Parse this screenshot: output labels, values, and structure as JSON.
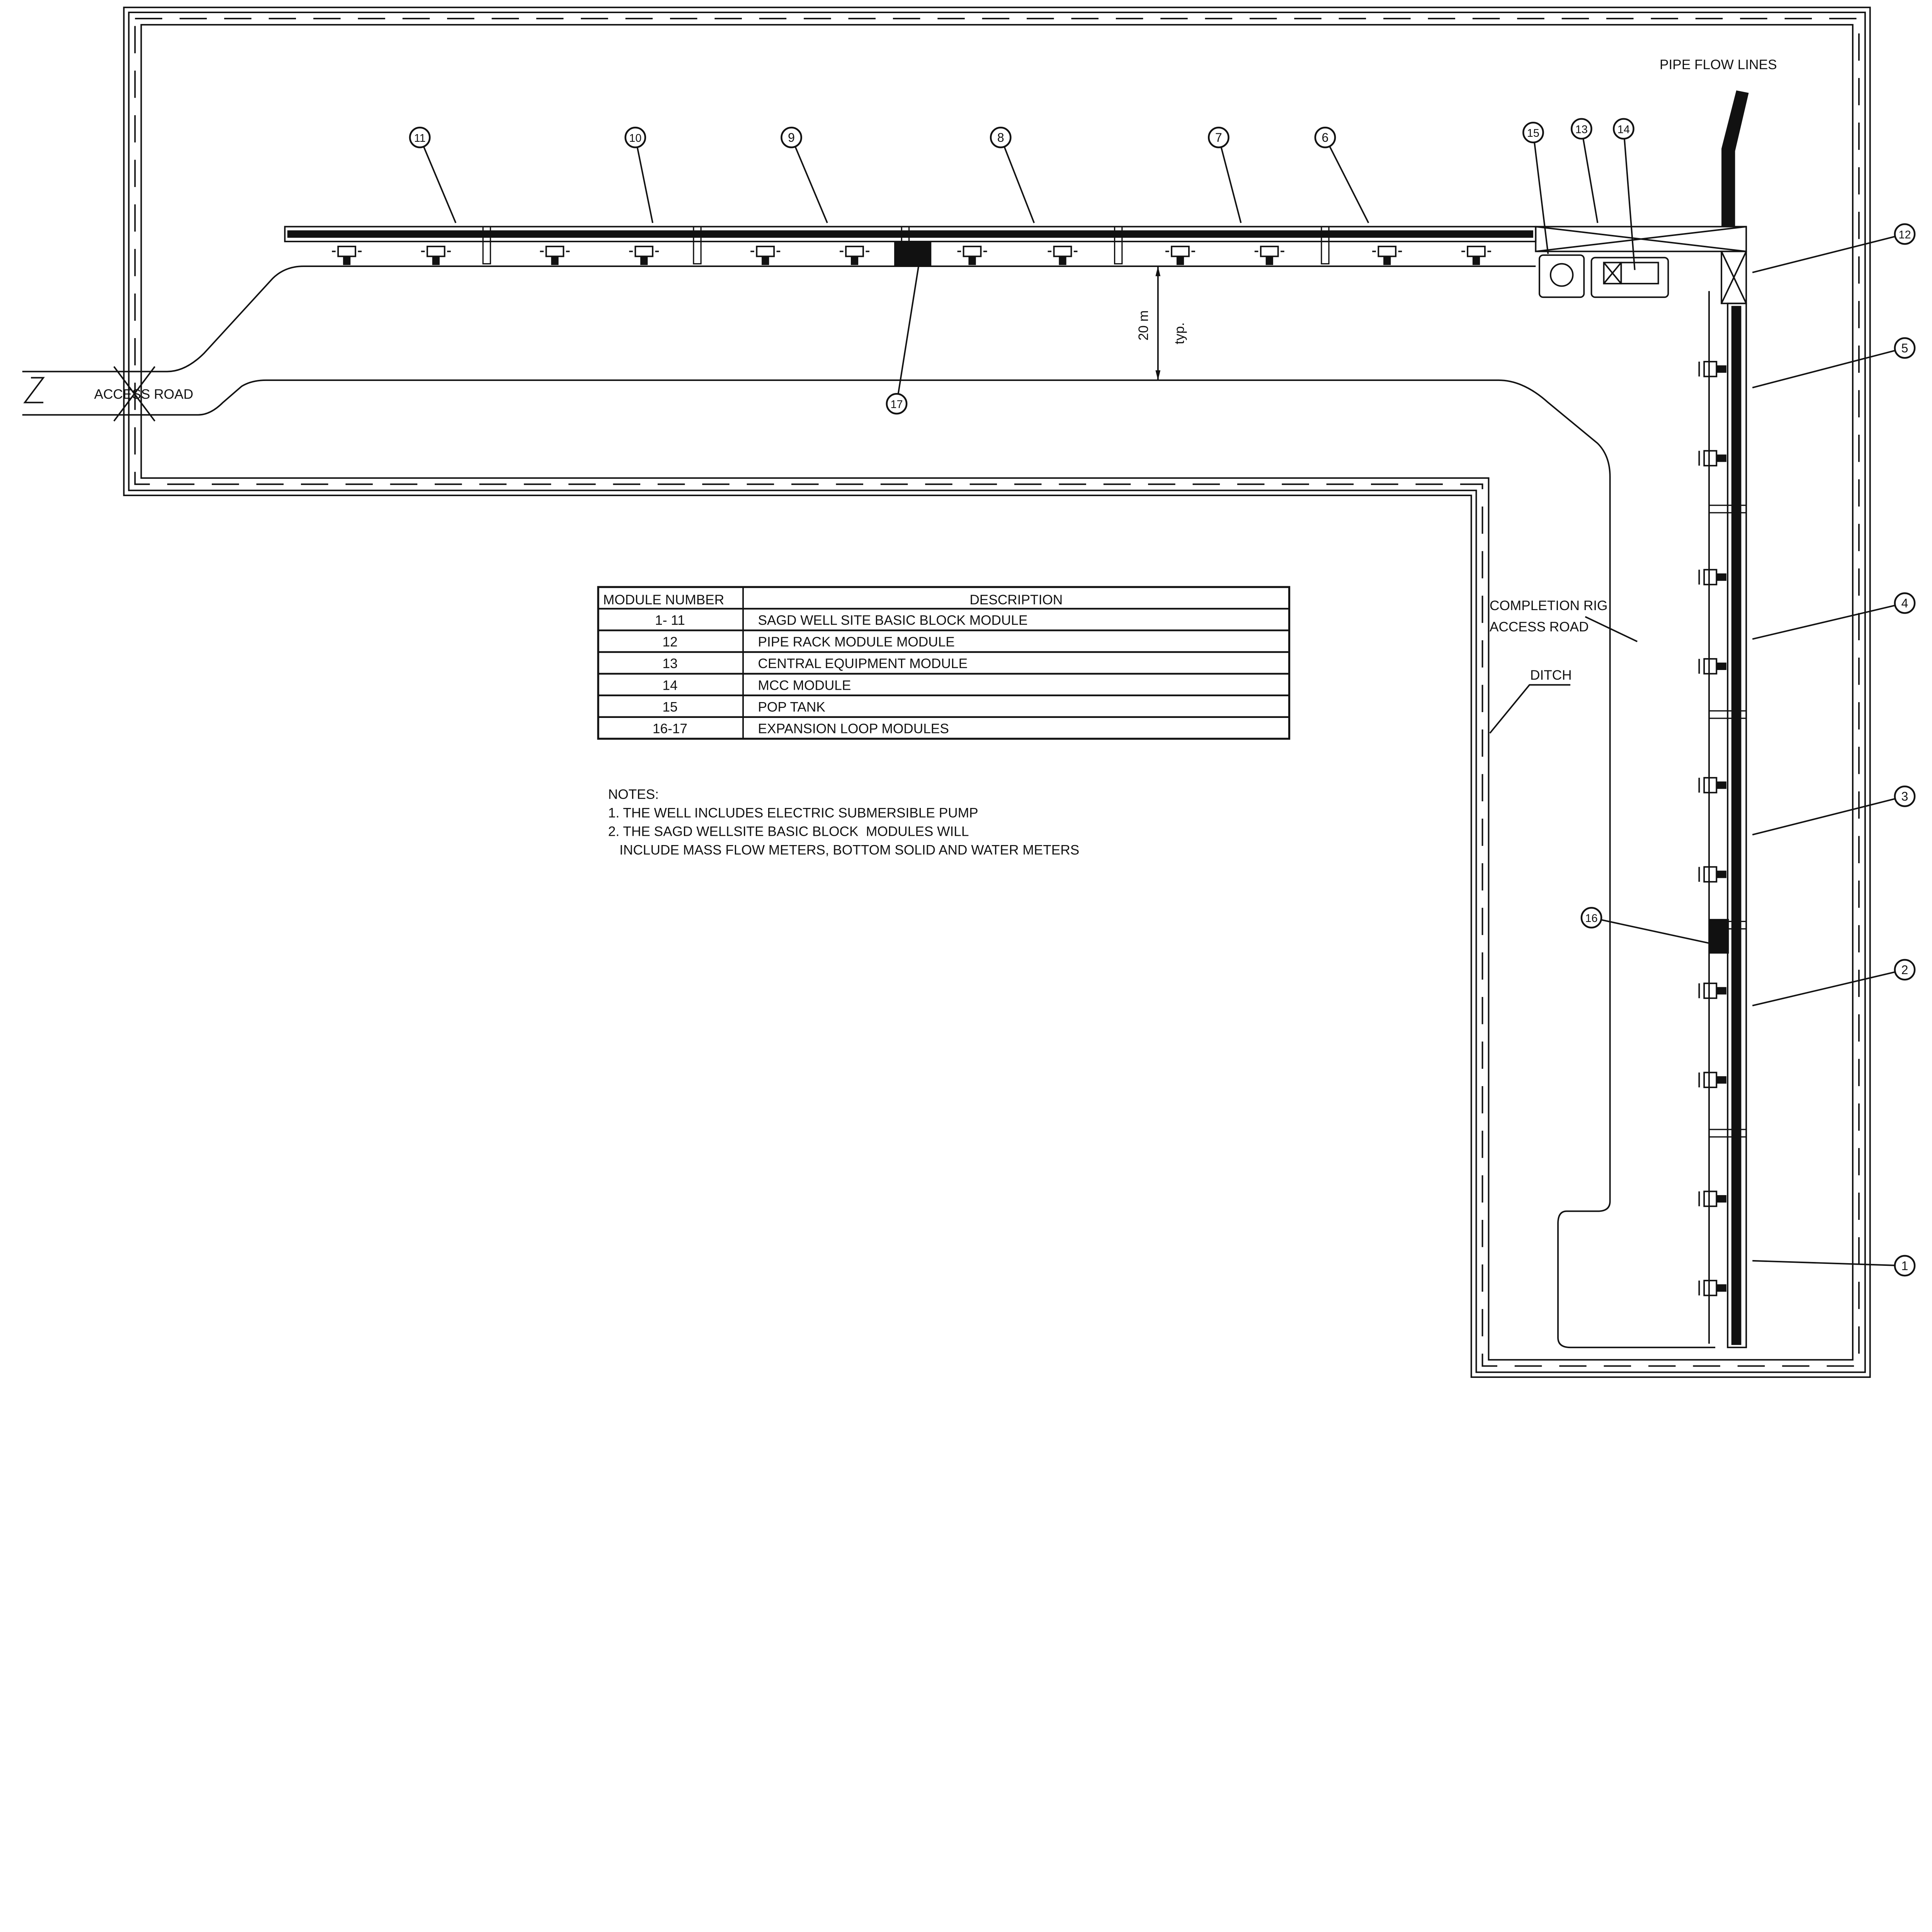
{
  "labels": {
    "pipe_flow_lines": "PIPE FLOW LINES",
    "access_road": "ACCESS ROAD",
    "completion_rig_line1": "COMPLETION RIG",
    "completion_rig_line2": "ACCESS ROAD",
    "ditch": "DITCH",
    "dimension_value": "20 m",
    "dimension_note": "typ."
  },
  "balloons": [
    "1",
    "2",
    "3",
    "4",
    "5",
    "6",
    "7",
    "8",
    "9",
    "10",
    "11",
    "12",
    "13",
    "14",
    "15",
    "16",
    "17"
  ],
  "table": {
    "headers": [
      "MODULE NUMBER",
      "DESCRIPTION"
    ],
    "rows": [
      [
        "1- 11",
        "SAGD WELL SITE BASIC BLOCK MODULE"
      ],
      [
        "12",
        "PIPE RACK MODULE MODULE"
      ],
      [
        "13",
        "CENTRAL EQUIPMENT  MODULE"
      ],
      [
        "14",
        "MCC MODULE"
      ],
      [
        "15",
        "POP TANK"
      ],
      [
        "16-17",
        "EXPANSION LOOP MODULES"
      ]
    ]
  },
  "notes": {
    "title": "NOTES:",
    "lines": [
      "1. THE WELL INCLUDES ELECTRIC SUBMERSIBLE PUMP",
      "2. THE SAGD WELLSITE BASIC BLOCK  MODULES WILL",
      "   INCLUDE MASS FLOW METERS, BOTTOM SOLID AND WATER METERS"
    ]
  }
}
